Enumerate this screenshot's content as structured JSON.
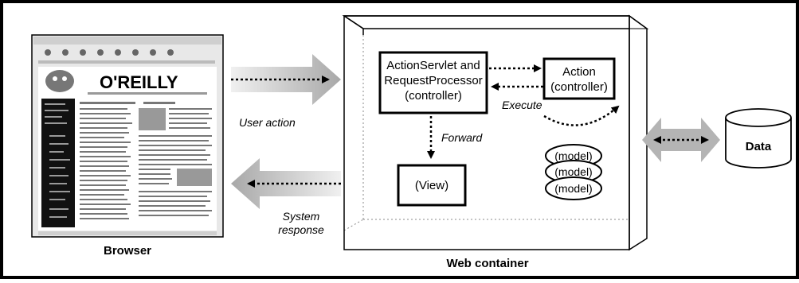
{
  "browser": {
    "caption": "Browser",
    "logo_text": "O'REILLY"
  },
  "user_action_label": "User action",
  "system_response_label": [
    "System",
    "response"
  ],
  "container": {
    "caption": "Web container",
    "servlet_box": [
      "ActionServlet and",
      "RequestProcessor",
      "(controller)"
    ],
    "action_box": [
      "Action",
      "(controller)"
    ],
    "view_box": "(View)",
    "models": [
      "(model)",
      "(model)",
      "(model)"
    ],
    "execute_label": "Execute",
    "forward_label": "Forward"
  },
  "data_store": {
    "label": "Data"
  }
}
